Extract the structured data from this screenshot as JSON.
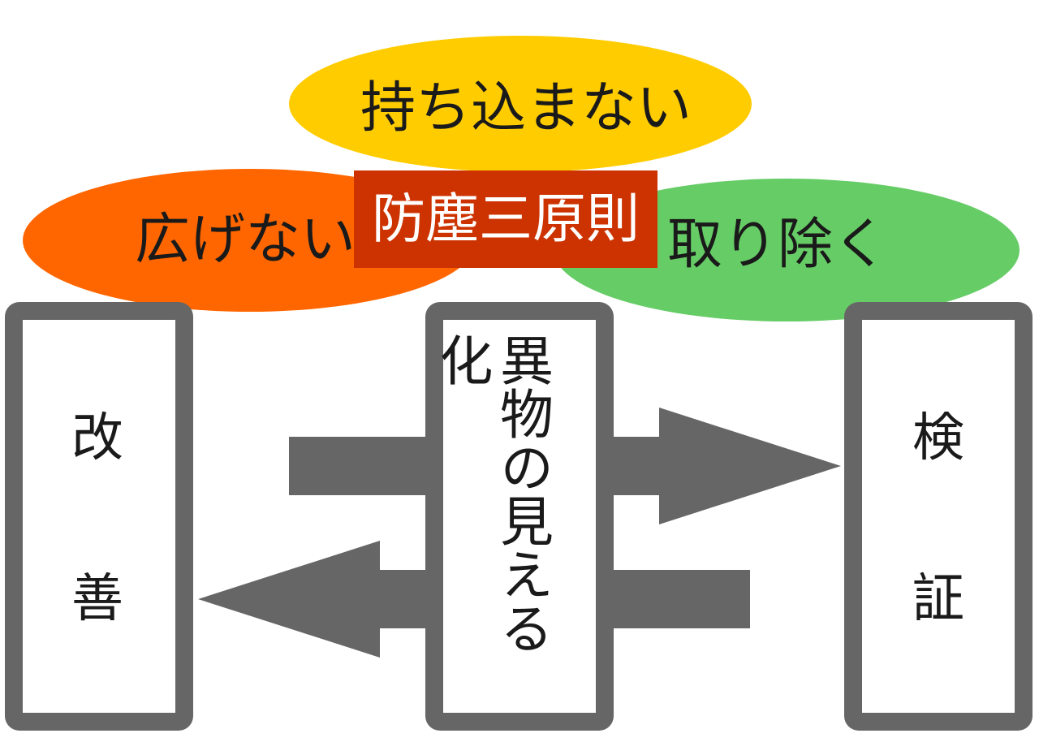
{
  "principles": {
    "top": "持ち込まない",
    "left": "広げない",
    "right": "取り除く",
    "center": "防塵三原則"
  },
  "boxes": {
    "left": {
      "chars": [
        "改",
        "善"
      ]
    },
    "middle": {
      "text": "異物の見える化"
    },
    "right": {
      "chars": [
        "検",
        "証"
      ]
    }
  },
  "colors": {
    "yellow": "#ffcc00",
    "orange": "#ff6600",
    "green": "#66cc66",
    "center": "#cc3300",
    "gray": "#666666"
  }
}
